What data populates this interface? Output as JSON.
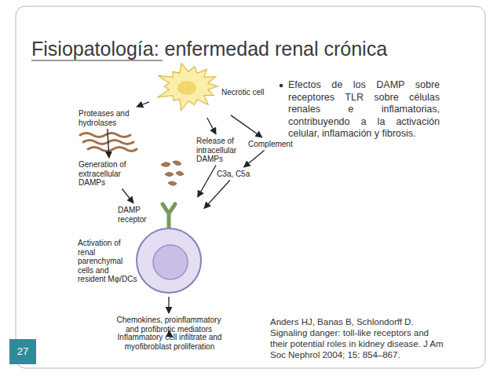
{
  "diagram": {
    "title": "Fisiopatología: enfermedad renal crónica",
    "nodes": [
      {
        "text": [
          "Necrotic cell"
        ]
      },
      {
        "text": [
          "Proteases and hydrolases"
        ]
      },
      {
        "text": [
          "Release of intracellular DAMPs"
        ]
      },
      {
        "text": [
          "Complement"
        ]
      },
      {
        "text": [
          "Generation of extracellular DAMPs"
        ]
      },
      {
        "text": [
          "C3a, C5a"
        ]
      },
      {
        "text": [
          "Activation of renal parenchymal cells and resident Mφ/DCs"
        ]
      },
      {
        "text": [
          "Chemokines, proinflammatory and profibrotic mediators"
        ]
      },
      {
        "text": [
          "Inflammatory cell infiltrate and myofibroblast proliferation"
        ]
      }
    ],
    "edges": [
      {
        "from": 0,
        "to": 1,
        "arrow": "to"
      },
      {
        "from": 0,
        "to": 2,
        "arrow": "to"
      },
      {
        "from": 0,
        "to": 3,
        "arrow": "to"
      },
      {
        "from": 1,
        "to": 4,
        "arrow": "to"
      },
      {
        "from": 3,
        "to": 5,
        "arrow": "to"
      },
      {
        "from": 4,
        "to": 6,
        "arrow": "to"
      },
      {
        "from": 2,
        "to": 6,
        "arrow": "to"
      },
      {
        "from": 5,
        "to": 6,
        "arrow": "to"
      },
      {
        "from": 6,
        "to": 7,
        "arrow": "to"
      },
      {
        "from": 7,
        "to": 8,
        "arrow": "to"
      }
    ],
    "labels": [
      "DAMP receptor",
      "Efectos de los DAMP sobre receptores TLR sobre células renales e inflamatorias, contribuyendo a la activación celular, inflamación y fibrosis.",
      "Anders HJ, Banas B, Schlondorff D. Signaling danger: toll-like receptors and their potential roles in kidney disease. J Am Soc Nephrol 2004; 15: 854–867.",
      "27"
    ]
  }
}
